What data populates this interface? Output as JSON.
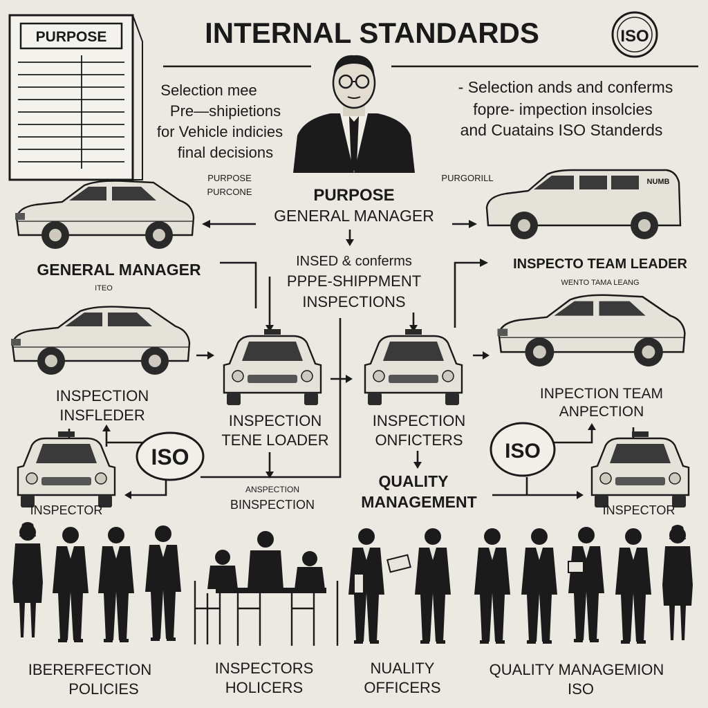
{
  "title": "INTERNAL STANDARDS",
  "doc_header": "PURPOSE",
  "iso_labels": [
    "ISO",
    "ISO",
    "ISO"
  ],
  "intro_left": [
    "Selection mee",
    "Pre—shipietions",
    "for Vehicle indicies",
    "final decisions"
  ],
  "intro_right": [
    "- Selection ands and conferms",
    "fopre- impection insolcies",
    "and Cuatains ISO Standerds"
  ],
  "small_left": [
    "PURPOSE",
    "PURCONE"
  ],
  "small_right": "PURGORILL",
  "center_header": [
    "PURPOSE",
    "GENERAL MANAGER"
  ],
  "center_mid": [
    "INSED & conferms",
    "PPPE-SHIPPMENT",
    "INSPECTIONS"
  ],
  "van_badge": "NUMB",
  "general_manager": "GENERAL MANAGER",
  "faint_left": "ITEO",
  "team_leader_right": "INSPECTO TEAM LEADER",
  "faint_right": "WENTO TAMA LEANG",
  "insp_leader_left": [
    "INSPECTION",
    "INSFLEDER"
  ],
  "insp_leader_mid": [
    "INSPECTION",
    "TENE LOADER"
  ],
  "insp_officers": [
    "INSPECTION",
    "ONFICTERS"
  ],
  "insp_team_right": [
    "INPECTION TEAM",
    "ANPECTION"
  ],
  "quality_mgmt": [
    "QUALITY",
    "MANAGEMENT"
  ],
  "faint_center": [
    "ANSPECTION",
    "BINSPECTION"
  ],
  "inspector_left": "INSPECTOR",
  "inspector_right": "INSPECTOR",
  "bottom": {
    "col1": [
      "IBERERFECTION",
      "POLICIES"
    ],
    "col2": [
      "INSPECTORS",
      "HOLICERS"
    ],
    "col3": [
      "NUALITY",
      "OFFICERS"
    ],
    "col4": [
      "QUALITY MANAGEMION",
      "ISO"
    ]
  }
}
